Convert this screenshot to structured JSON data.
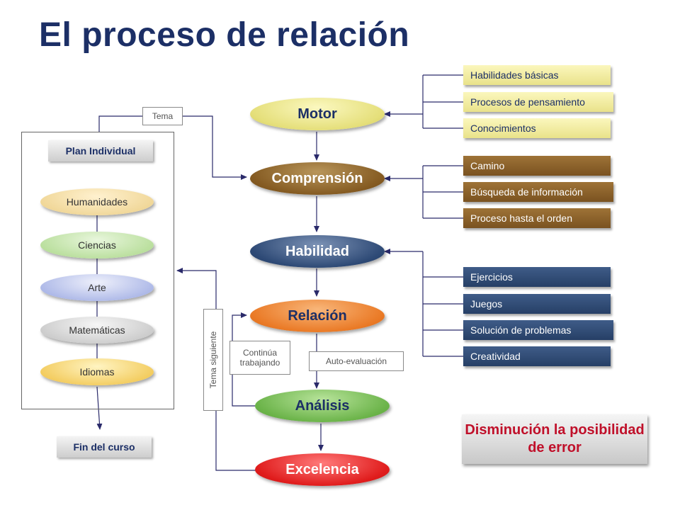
{
  "title": "El proceso de relación",
  "stages": [
    {
      "label": "Motor"
    },
    {
      "label": "Comprensión"
    },
    {
      "label": "Habilidad"
    },
    {
      "label": "Relación"
    },
    {
      "label": "Análisis"
    },
    {
      "label": "Excelencia"
    }
  ],
  "motor_items": [
    "Habilidades básicas",
    "Procesos de pensamiento",
    "Conocimientos"
  ],
  "comprension_items": [
    "Camino",
    "Búsqueda de información",
    "Proceso hasta el orden"
  ],
  "habilidad_items": [
    "Ejercicios",
    "Juegos",
    "Solución de problemas",
    "Creatividad"
  ],
  "plan": {
    "title": "Plan Individual",
    "subjects": [
      "Humanidades",
      "Ciencias",
      "Arte",
      "Matemáticas",
      "Idiomas"
    ],
    "end": "Fin del curso"
  },
  "labels": {
    "tema": "Tema",
    "tema_siguiente": "Tema siguiente",
    "continua": "Continúa trabajando",
    "auto": "Auto-evaluación"
  },
  "callout": "Disminución la posibilidad de error",
  "colors": {
    "title": "#1c2f66",
    "motor": "#e5df7a",
    "comprension": "#855b22",
    "habilidad": "#2e4a76",
    "relacion": "#ea7a26",
    "analisis": "#6cb44a",
    "excelencia": "#e01c1c",
    "callout_text": "#c0102a"
  }
}
